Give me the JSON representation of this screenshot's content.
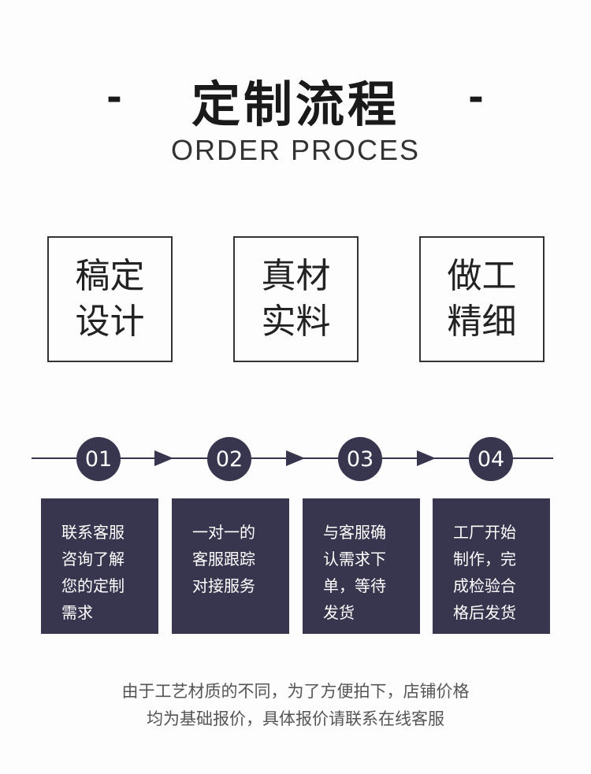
{
  "header": {
    "title": "定制流程",
    "dash": "-",
    "subtitle": "ORDER PROCES"
  },
  "features": [
    {
      "line1": "稿定",
      "line2": "设计"
    },
    {
      "line1": "真材",
      "line2": "实料"
    },
    {
      "line1": "做工",
      "line2": "精细"
    }
  ],
  "steps": [
    {
      "number": "01",
      "lines": [
        "联系客服",
        "咨询了解",
        "您的定制",
        "需求"
      ]
    },
    {
      "number": "02",
      "lines": [
        "一对一的",
        "客服跟踪",
        "对接服务"
      ]
    },
    {
      "number": "03",
      "lines": [
        "与客服确",
        "认需求下",
        "单，等待",
        "发货"
      ]
    },
    {
      "number": "04",
      "lines": [
        "工厂开始",
        "制作，完",
        "成检验合",
        "格后发货"
      ]
    }
  ],
  "note": {
    "line1": "由于工艺材质的不同，为了方便拍下，店铺价格",
    "line2": "均为基础报价，具体报价请联系在线客服"
  },
  "colors": {
    "accent": "#38354f"
  }
}
